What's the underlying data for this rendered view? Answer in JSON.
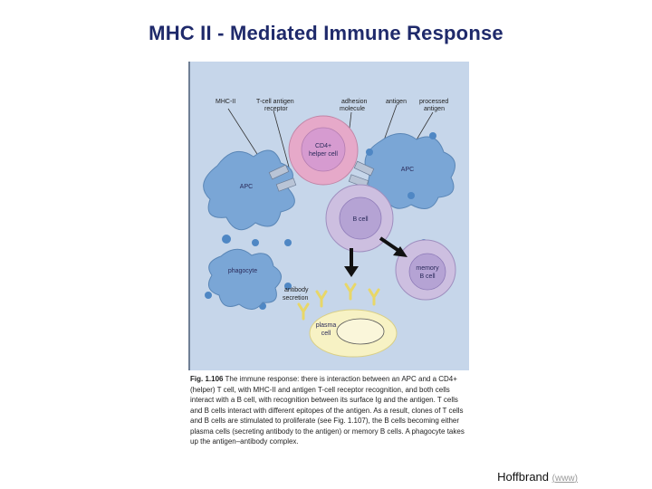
{
  "title": "MHC II - Mediated Immune Response",
  "figure": {
    "labels": {
      "mhc2": "MHC-II",
      "tcr_line1": "T-cell antigen",
      "tcr_line2": "receptor",
      "adhesion_line1": "adhesion",
      "adhesion_line2": "molecule",
      "antigen": "antigen",
      "processed_line1": "processed",
      "processed_line2": "antigen",
      "antibody_line1": "antibody",
      "antibody_line2": "secretion"
    },
    "cells": {
      "cd4_line1": "CD4+",
      "cd4_line2": "helper cell",
      "apc_left": "APC",
      "apc_right": "APC",
      "bcell": "B cell",
      "memory_line1": "memory",
      "memory_line2": "B cell",
      "phagocyte": "phagocyte",
      "plasma_line1": "plasma",
      "plasma_line2": "cell"
    },
    "colors": {
      "background": "#c6d6ea",
      "apc": "#7aa6d6",
      "helper": "#e6a9c9",
      "bcell": "#cdbfe0",
      "plasma": "#f7f2c4",
      "arrow": "#111111"
    }
  },
  "caption": {
    "fig_label": "Fig. 1.106",
    "text": "The immune response: there is interaction between an APC and a CD4+ (helper) T cell, with MHC-II and antigen T-cell receptor recognition, and both cells interact with a B cell, with recognition between its surface Ig and the antigen. T cells and B cells interact with different epitopes of the antigen. As a result, clones of T cells and B cells are stimulated to proliferate (see Fig. 1.107), the B cells becoming either plasma cells (secreting antibody to the antigen) or memory B cells. A phagocyte takes up the antigen–antibody complex."
  },
  "credit": {
    "author": "Hoffbrand",
    "open_paren": "(",
    "link": "www",
    "close_paren": ")"
  }
}
